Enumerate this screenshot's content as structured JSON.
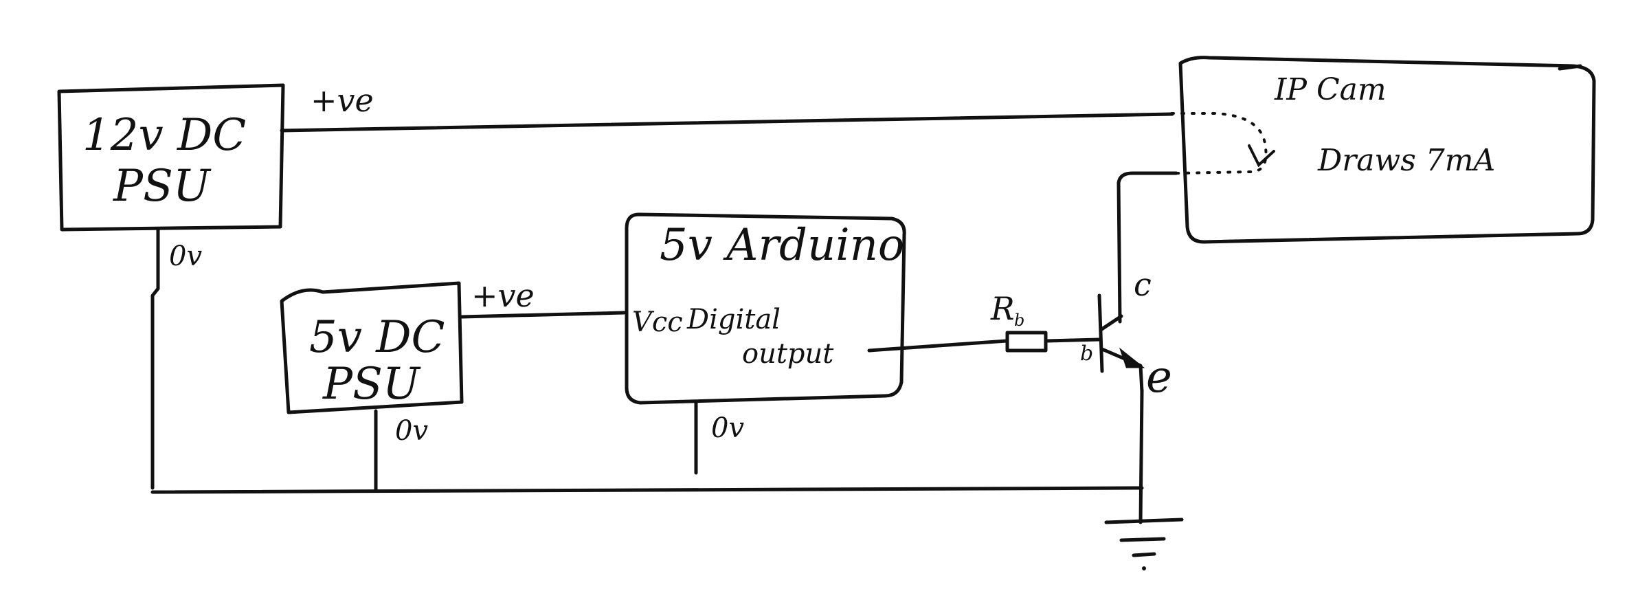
{
  "components": {
    "psu12": {
      "line1": "12v DC",
      "line2": "PSU"
    },
    "psu5": {
      "line1": "5v DC",
      "line2": "PSU"
    },
    "arduino": {
      "title": "5v Arduino",
      "vcc": "Vcc",
      "digital": "Digital",
      "output": "output"
    },
    "ipcam": {
      "title": "IP Cam",
      "note": "Draws 7mA"
    },
    "resistor": {
      "label": "R",
      "subscript": "b"
    },
    "transistor": {
      "collector": "c",
      "base": "b",
      "emitter": "e"
    }
  },
  "wire_labels": {
    "psu12_pos": "+ve",
    "psu12_gnd": "0v",
    "psu5_pos": "+ve",
    "psu5_gnd": "0v",
    "arduino_gnd": "0v"
  },
  "colors": {
    "ink": "#111111",
    "paper": "#ffffff"
  }
}
